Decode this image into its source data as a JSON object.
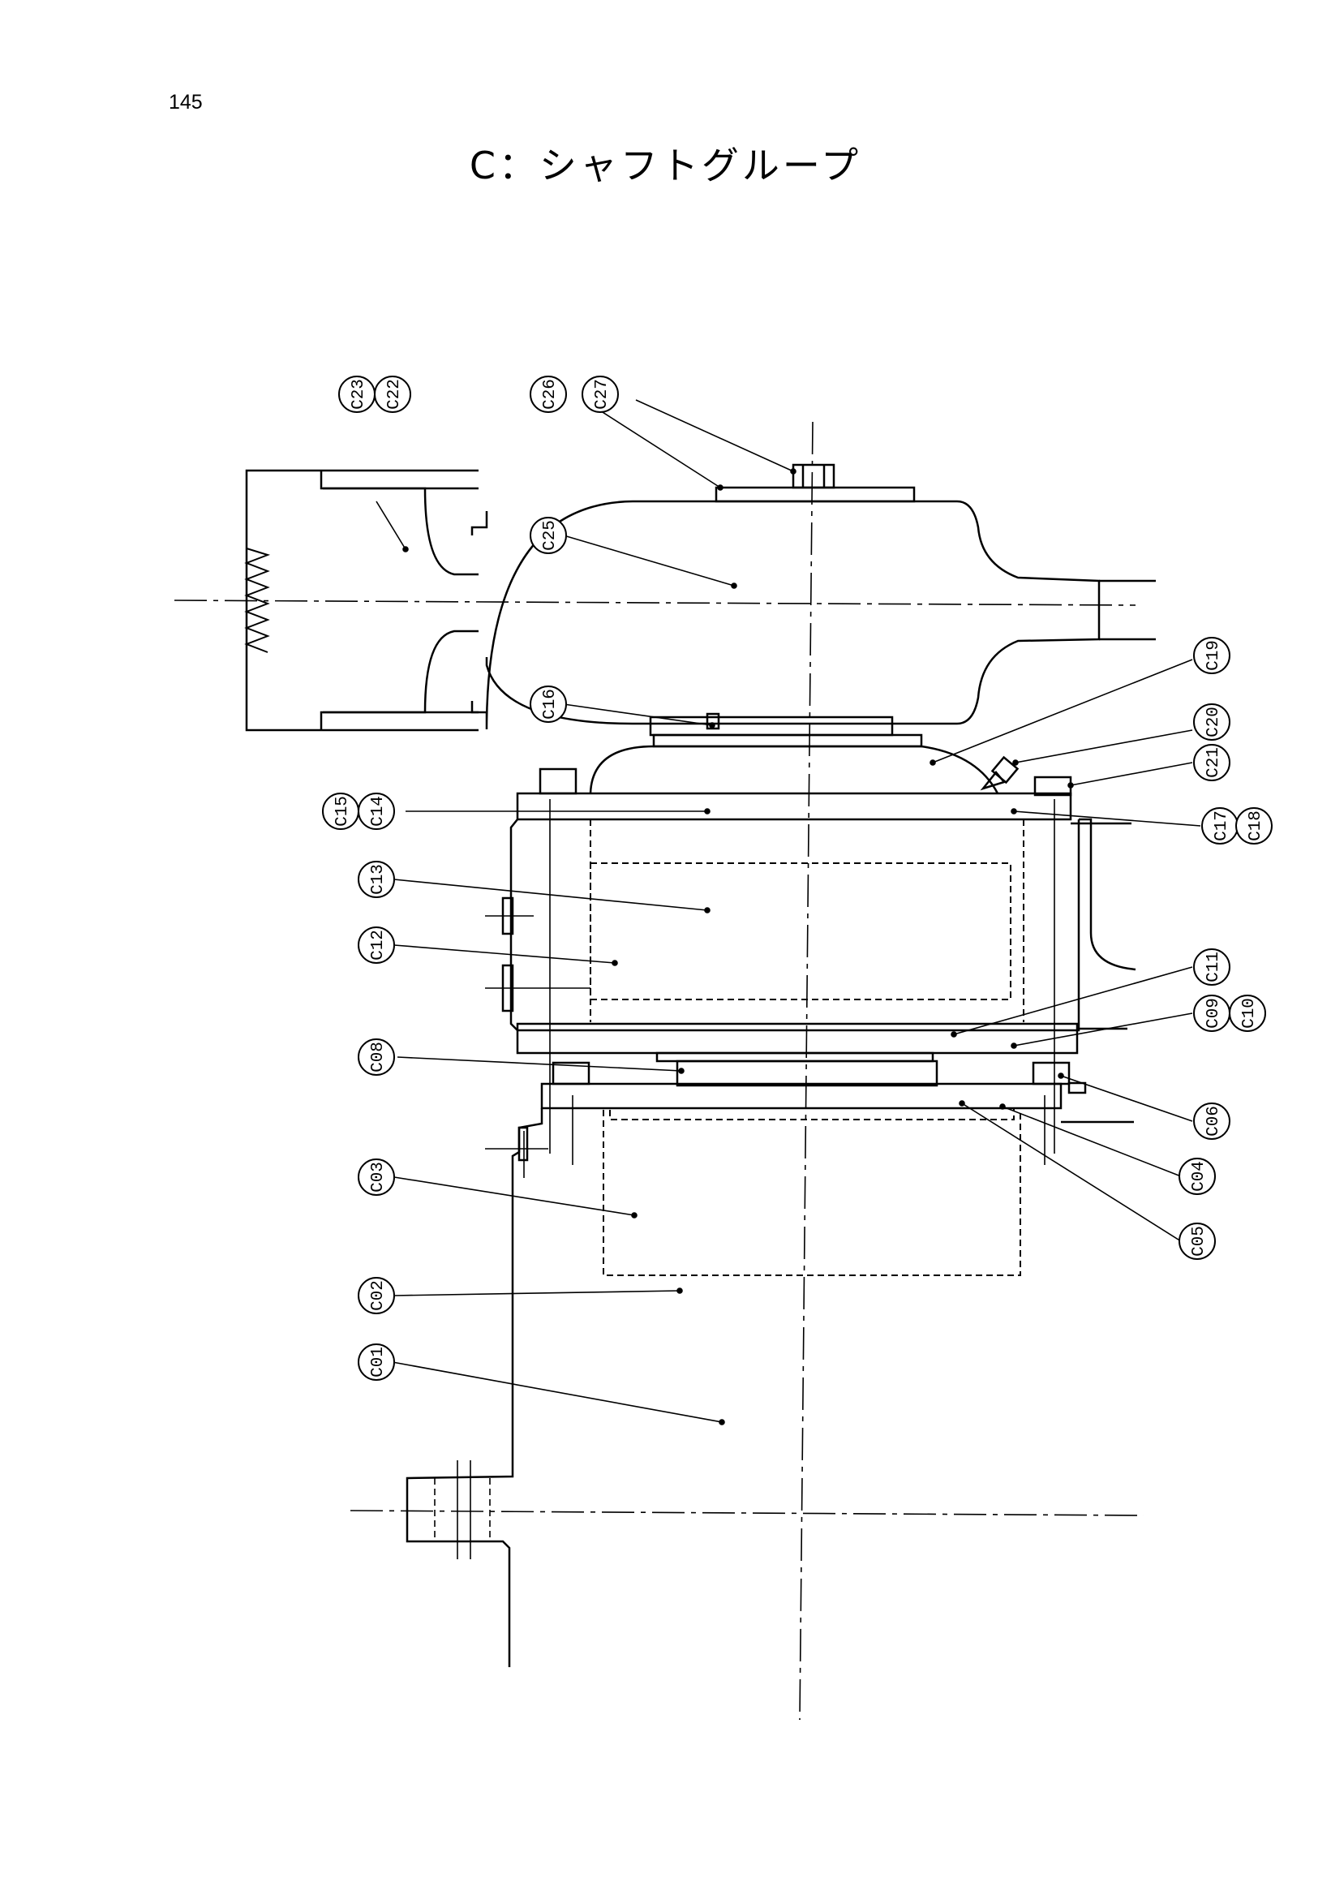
{
  "page_number": "145",
  "title": "C：シャフトグループ",
  "balloons": [
    {
      "id": "C01",
      "label": "C01"
    },
    {
      "id": "C02",
      "label": "C02"
    },
    {
      "id": "C03",
      "label": "C03"
    },
    {
      "id": "C04",
      "label": "C04"
    },
    {
      "id": "C05",
      "label": "C05"
    },
    {
      "id": "C06",
      "label": "C06"
    },
    {
      "id": "C08",
      "label": "C08"
    },
    {
      "id": "C09",
      "label": "C09"
    },
    {
      "id": "C10",
      "label": "C10"
    },
    {
      "id": "C11",
      "label": "C11"
    },
    {
      "id": "C12",
      "label": "C12"
    },
    {
      "id": "C13",
      "label": "C13"
    },
    {
      "id": "C14",
      "label": "C14"
    },
    {
      "id": "C15",
      "label": "C15"
    },
    {
      "id": "C16",
      "label": "C16"
    },
    {
      "id": "C17",
      "label": "C17"
    },
    {
      "id": "C18",
      "label": "C18"
    },
    {
      "id": "C19",
      "label": "C19"
    },
    {
      "id": "C20",
      "label": "C20"
    },
    {
      "id": "C21",
      "label": "C21"
    },
    {
      "id": "C22",
      "label": "C22"
    },
    {
      "id": "C23",
      "label": "C23"
    },
    {
      "id": "C25",
      "label": "C25"
    },
    {
      "id": "C26",
      "label": "C26"
    },
    {
      "id": "C27",
      "label": "C27"
    }
  ]
}
